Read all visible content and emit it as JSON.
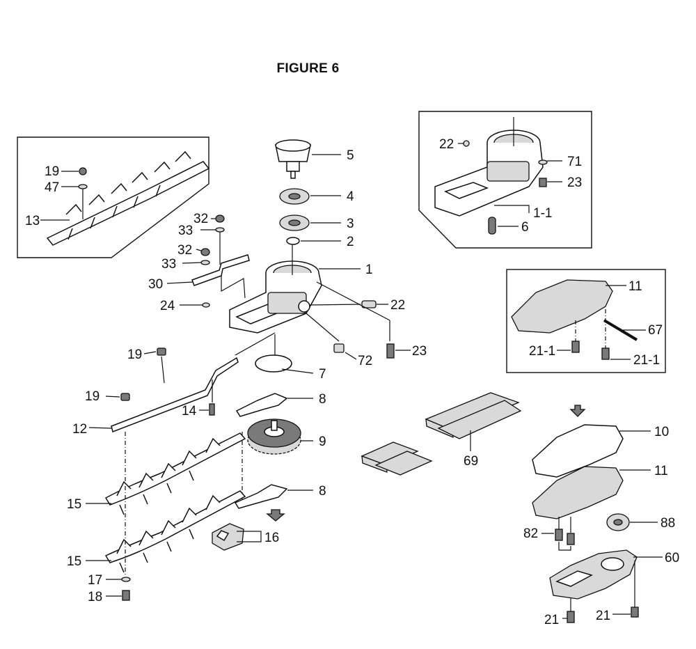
{
  "figure": {
    "title": "FIGURE 6"
  },
  "callouts": {
    "c1": "1",
    "c1_1": "1-1",
    "c2": "2",
    "c3": "3",
    "c4": "4",
    "c5": "5",
    "c6": "6",
    "c7": "7",
    "c8a": "8",
    "c8b": "8",
    "c9": "9",
    "c10": "10",
    "c11a": "11",
    "c11b": "11",
    "c12": "12",
    "c13": "13",
    "c14": "14",
    "c15a": "15",
    "c15b": "15",
    "c16": "16",
    "c17": "17",
    "c18": "18",
    "c19a": "19",
    "c19b": "19",
    "c19c": "19",
    "c21_1a": "21-1",
    "c21_1b": "21-1",
    "c21a": "21",
    "c21b": "21",
    "c22a": "22",
    "c22b": "22",
    "c23a": "23",
    "c23b": "23",
    "c24": "24",
    "c30": "30",
    "c32a": "32",
    "c32b": "32",
    "c33a": "33",
    "c33b": "33",
    "c47": "47",
    "c60": "60",
    "c67": "67",
    "c69": "69",
    "c71": "71",
    "c72": "72",
    "c82": "82",
    "c88": "88"
  }
}
